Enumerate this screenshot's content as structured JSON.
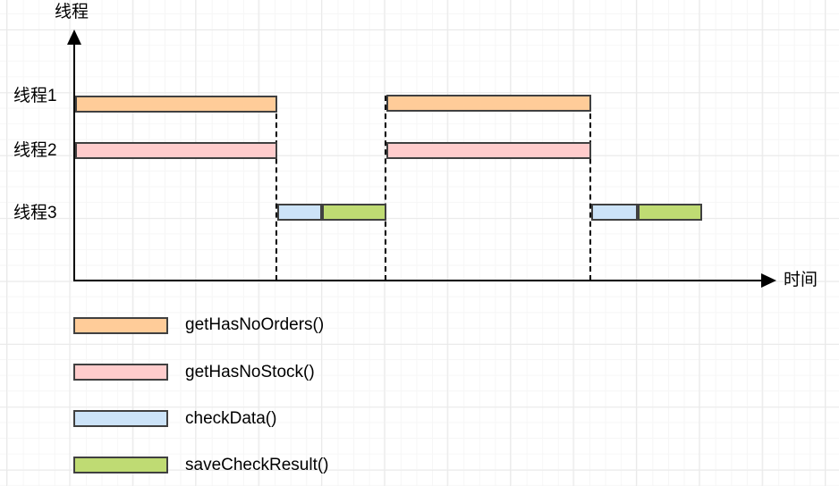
{
  "axes": {
    "y_label": "线程",
    "x_label": "时间"
  },
  "rows": [
    {
      "label": "线程1"
    },
    {
      "label": "线程2"
    },
    {
      "label": "线程3"
    }
  ],
  "legend": [
    {
      "label": "getHasNoOrders()",
      "color": "#FFCC99"
    },
    {
      "label": "getHasNoStock()",
      "color": "#FFCCCC"
    },
    {
      "label": "checkData()",
      "color": "#CCE3F8"
    },
    {
      "label": "saveCheckResult()",
      "color": "#BFDB73"
    }
  ],
  "colors": {
    "bar_border": "#404040",
    "axis": "#000000",
    "grid_major": "#e9e9e9",
    "grid_minor": "#f6f6f6"
  },
  "timeline": {
    "bars": [
      {
        "row": "线程1",
        "function": "getHasNoOrders()",
        "cycle": 1
      },
      {
        "row": "线程2",
        "function": "getHasNoStock()",
        "cycle": 1
      },
      {
        "row": "线程3",
        "function": "checkData()",
        "cycle": 1
      },
      {
        "row": "线程3",
        "function": "saveCheckResult()",
        "cycle": 1
      },
      {
        "row": "线程1",
        "function": "getHasNoOrders()",
        "cycle": 2
      },
      {
        "row": "线程2",
        "function": "getHasNoStock()",
        "cycle": 2
      },
      {
        "row": "线程3",
        "function": "checkData()",
        "cycle": 2
      },
      {
        "row": "线程3",
        "function": "saveCheckResult()",
        "cycle": 2
      }
    ],
    "dashed_sync_lines": 3
  }
}
